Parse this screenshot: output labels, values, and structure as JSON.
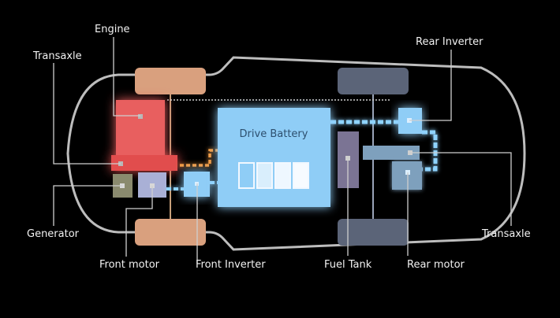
{
  "labels": {
    "engine": "Engine",
    "transaxle_front": "Transaxle",
    "generator": "Generator",
    "front_motor": "Front motor",
    "front_inverter": "Front Inverter",
    "drive_battery": "Drive Battery",
    "fuel_tank": "Fuel Tank",
    "rear_inverter": "Rear Inverter",
    "transaxle_rear": "Transaxle",
    "rear_motor": "Rear motor"
  },
  "colors": {
    "background": "#000000",
    "car_outline": "#bdbdbd",
    "engine": "#e85f5f",
    "engine_glow": "#ff3b2e",
    "front_tire": "#d9a07e",
    "rear_tire": "#5b6478",
    "battery": "#8fcdf6",
    "battery_glow": "#3aa8ff",
    "hv_cable": "#8fd3ff",
    "fuel_line": "#f29a43",
    "fuel_tank": "#7b7494",
    "generator": "#8a8a6e",
    "front_motor": "#a9b0d6",
    "rear_box": "#7ea0bd",
    "label_text": "#f2f2f2",
    "leader_line": "#cfcfcf"
  }
}
